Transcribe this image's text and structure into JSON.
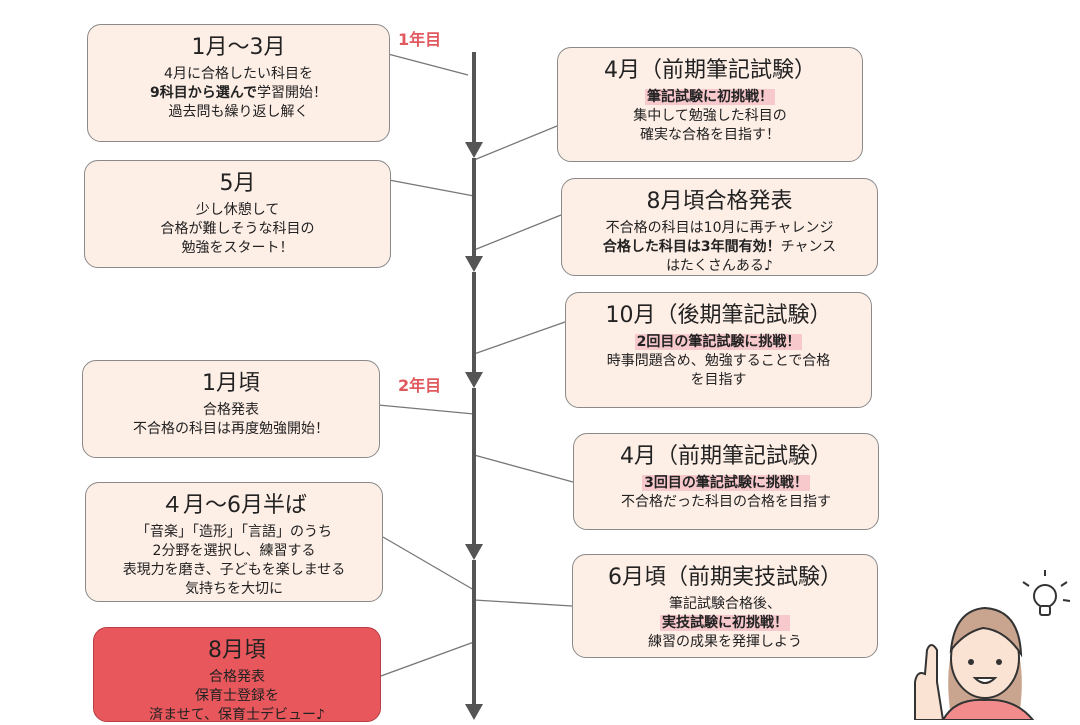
{
  "year_labels": [
    "1年目",
    "2年目"
  ],
  "left_cards": [
    {
      "title": "1月〜3月",
      "lines": [
        [
          {
            "t": "4月に合格したい科目を"
          }
        ],
        [
          {
            "t": "9科目から選んで",
            "s": "b"
          },
          {
            "t": "学習開始！"
          }
        ],
        [
          {
            "t": "過去問も繰り返し解く"
          }
        ]
      ]
    },
    {
      "title": "5月",
      "lines": [
        [
          {
            "t": "少し休憩して"
          }
        ],
        [
          {
            "t": "合格が難しそうな科目の"
          }
        ],
        [
          {
            "t": "勉強をスタート！"
          }
        ]
      ]
    },
    {
      "title": "1月頃",
      "lines": [
        [
          {
            "t": "合格発表"
          }
        ],
        [
          {
            "t": "不合格の科目は再度勉強開始！"
          }
        ]
      ]
    },
    {
      "title": "４月〜6月半ば",
      "lines": [
        [
          {
            "t": "「音楽」「造形」「言語」のうち"
          }
        ],
        [
          {
            "t": "2分野を選択し、練習する"
          }
        ],
        [
          {
            "t": "表現力を磨き、子どもを楽しませる"
          }
        ],
        [
          {
            "t": "気持ちを大切に"
          }
        ]
      ]
    },
    {
      "title": "8月頃",
      "lines": [
        [
          {
            "t": "合格発表"
          }
        ],
        [
          {
            "t": "保育士登録を"
          }
        ],
        [
          {
            "t": "済ませて、保育士デビュー♪"
          }
        ]
      ]
    }
  ],
  "right_cards": [
    {
      "title": "4月（前期筆記試験）",
      "lines": [
        [
          {
            "t": "筆記試験に初挑戦！",
            "s": "hl"
          }
        ],
        [
          {
            "t": "集中して勉強した科目の"
          }
        ],
        [
          {
            "t": "確実な合格を目指す！"
          }
        ]
      ]
    },
    {
      "title": "8月頃合格発表",
      "lines": [
        [
          {
            "t": "不合格の科目は10月に再チャレンジ"
          }
        ],
        [
          {
            "t": "合格した科目は3年間有効！",
            "s": "b"
          },
          {
            "t": "チャンス"
          }
        ],
        [
          {
            "t": "はたくさんある♪"
          }
        ]
      ]
    },
    {
      "title": "10月（後期筆記試験）",
      "lines": [
        [
          {
            "t": "2回目の筆記試験に挑戦！",
            "s": "hl"
          }
        ],
        [
          {
            "t": "時事問題含め、勉強することで合格"
          }
        ],
        [
          {
            "t": "を目指す"
          }
        ]
      ]
    },
    {
      "title": "4月（前期筆記試験）",
      "lines": [
        [
          {
            "t": "3回目の筆記試験に挑戦！",
            "s": "hl"
          }
        ],
        [
          {
            "t": "不合格だった科目の合格を目指す"
          }
        ]
      ]
    },
    {
      "title": "6月頃（前期実技試験）",
      "lines": [
        [
          {
            "t": "筆記試験合格後、"
          }
        ],
        [
          {
            "t": "実技試験に初挑戦！",
            "s": "hl"
          }
        ],
        [
          {
            "t": "練習の成果を発揮しよう"
          }
        ]
      ]
    }
  ],
  "colors": {
    "card_fill": "#fdeee6",
    "final_fill": "#e8575c",
    "year_label": "#e0595f",
    "timeline": "#555555",
    "highlight": "#f7c9cc"
  }
}
